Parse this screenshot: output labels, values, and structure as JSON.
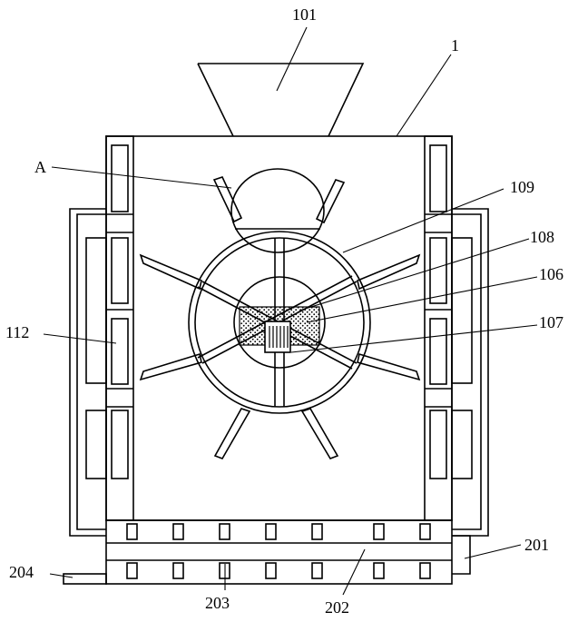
{
  "labels": {
    "l101": "101",
    "l1": "1",
    "lA": "A",
    "l109": "109",
    "l108": "108",
    "l106": "106",
    "l107": "107",
    "l112": "112",
    "l201": "201",
    "l204": "204",
    "l203": "203",
    "l202": "202"
  },
  "colors": {
    "line": "#000000",
    "background": "#ffffff"
  }
}
